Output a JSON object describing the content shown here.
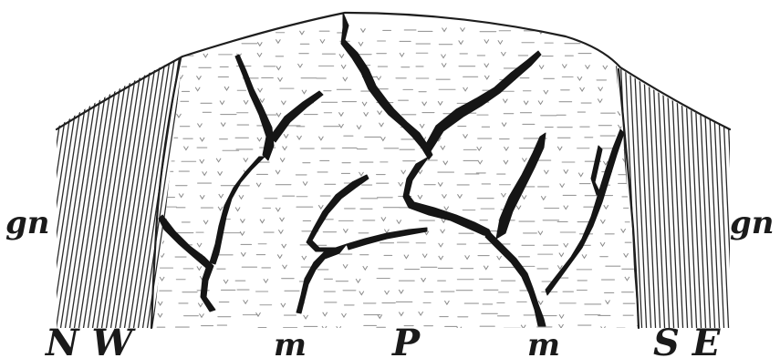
{
  "labels": {
    "gneiss_left": "gn",
    "gneiss_right": "gn",
    "direction_left": "N W",
    "vein_left": "m",
    "porphyry": "P",
    "vein_right": "m",
    "direction_right": "S E"
  },
  "colors": {
    "ink": "#1a1a1a",
    "background": "#ffffff",
    "stipple": "#9a9a9a"
  }
}
